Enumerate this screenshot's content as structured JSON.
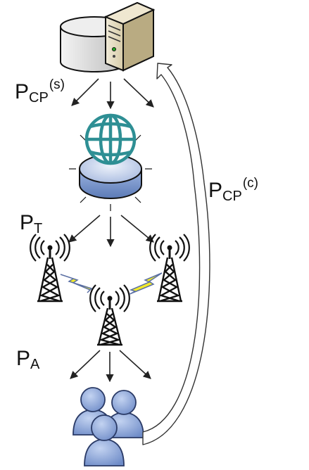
{
  "labels": {
    "server_power": {
      "main": "P",
      "sub": "CP",
      "sup": "(s)"
    },
    "transmit_power": {
      "main": "P",
      "sub": "T"
    },
    "access_power": {
      "main": "P",
      "sub": "A"
    },
    "client_power": {
      "main": "P",
      "sub": "CP",
      "sup": "(c)"
    }
  },
  "icons": {
    "server": "database-server-icon",
    "router": "globe-router-icon",
    "antenna": "cell-tower-icon",
    "users": "users-group-icon",
    "wireless": "lightning-bolt-icon"
  },
  "colors": {
    "globe": "#2e8f94",
    "router_top": "#c7d6f0",
    "router_side": "#7f9ccf",
    "users": "#8fa9dc",
    "bolt": "#f2ea2b",
    "server_case": "#e5dcc4",
    "disk": "#dcdcdc"
  }
}
